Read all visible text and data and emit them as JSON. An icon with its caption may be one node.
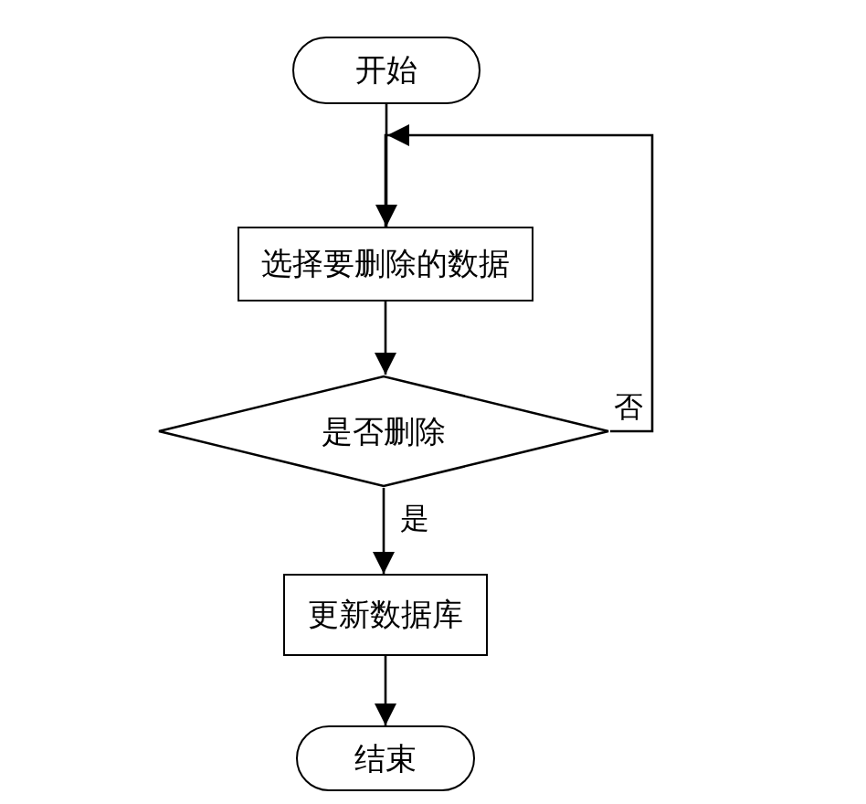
{
  "diagram": {
    "nodes": [
      {
        "text": [
          "开始"
        ]
      },
      {
        "text": [
          "选择要删除的数据"
        ]
      },
      {
        "text": [
          "是否删除"
        ]
      },
      {
        "text": [
          "更新数据库"
        ]
      },
      {
        "text": [
          "结束"
        ]
      }
    ],
    "edges": [
      {
        "from": 0,
        "to": 1,
        "arrow": "to"
      },
      {
        "from": 1,
        "to": 2,
        "arrow": "to"
      },
      {
        "from": 2,
        "to": 1,
        "arrow": "to",
        "label": "否"
      },
      {
        "from": 2,
        "to": 3,
        "arrow": "to",
        "label": "是"
      },
      {
        "from": 3,
        "to": 4,
        "arrow": "to"
      }
    ]
  }
}
